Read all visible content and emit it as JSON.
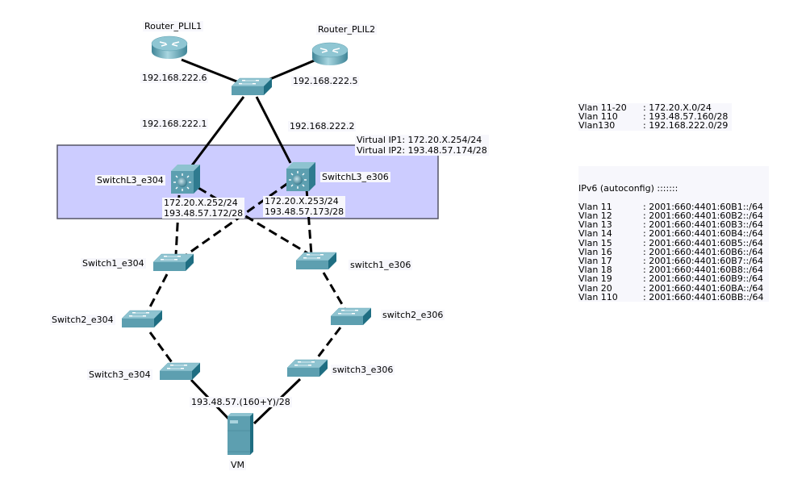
{
  "colors": {
    "link": "#000000",
    "zone_fill": "#ccccff",
    "zone_border": "#555566",
    "device_top": "#8ec3d0",
    "device_front": "#5d9fb0",
    "device_side": "#2f7b8f"
  },
  "devices": {
    "router1": "Router_PLIL1",
    "router2": "Router_PLIL2",
    "core_switch": "",
    "l3_switch1": "SwitchL3_e304",
    "l3_switch2": "SwitchL3_e306",
    "sw1_e304": "Switch1_e304",
    "sw2_e304": "Switch2_e304",
    "sw3_e304": "Switch3_e304",
    "sw1_e306": "switch1_e306",
    "sw2_e306": "switch2_e306",
    "sw3_e306": "switch3_e306",
    "vm": "VM"
  },
  "addresses": {
    "router1_ip": "192.168.222.6",
    "router2_ip": "192.168.222.5",
    "l3_1_uplink": "192.168.222.1",
    "l3_2_uplink": "192.168.222.2",
    "l3_1_ips": "172.20.X.252/24\n193.48.57.172/28",
    "l3_2_ips": "172.20.X.253/24\n193.48.57.173/28",
    "virtual_ips": "Virtual IP1: 172.20.X.254/24\nVirtual IP2: 193.48.57.174/28",
    "vm_ip": "193.48.57.(160+Y)/28"
  },
  "vlan_table": [
    {
      "vlan": "Vlan 11-20",
      "net": ": 172.20.X.0/24"
    },
    {
      "vlan": "Vlan 110",
      "net": ": 193.48.57.160/28"
    },
    {
      "vlan": "Vlan130",
      "net": ": 192.168.222.0/29"
    }
  ],
  "ipv6_table": {
    "title": "IPv6 (autoconfig) :::::::",
    "rows": [
      {
        "vlan": "Vlan 11",
        "prefix": ": 2001:660:4401:60B1::/64"
      },
      {
        "vlan": "Vlan 12",
        "prefix": ": 2001:660:4401:60B2::/64"
      },
      {
        "vlan": "Vlan 13",
        "prefix": ": 2001:660:4401:60B3::/64"
      },
      {
        "vlan": "Vlan 14",
        "prefix": ": 2001:660:4401:60B4::/64"
      },
      {
        "vlan": "Vlan 15",
        "prefix": ": 2001:660:4401:60B5::/64"
      },
      {
        "vlan": "Vlan 16",
        "prefix": ": 2001:660:4401:60B6::/64"
      },
      {
        "vlan": "Vlan 17",
        "prefix": ": 2001:660:4401:60B7::/64"
      },
      {
        "vlan": "Vlan 18",
        "prefix": ": 2001:660:4401:60B8::/64"
      },
      {
        "vlan": "Vlan 19",
        "prefix": ": 2001:660:4401:60B9::/64"
      },
      {
        "vlan": "Vlan 20",
        "prefix": ": 2001:660:4401:60BA::/64"
      },
      {
        "vlan": "Vlan 110",
        "prefix": ": 2001:660:4401:60BB::/64"
      }
    ]
  }
}
